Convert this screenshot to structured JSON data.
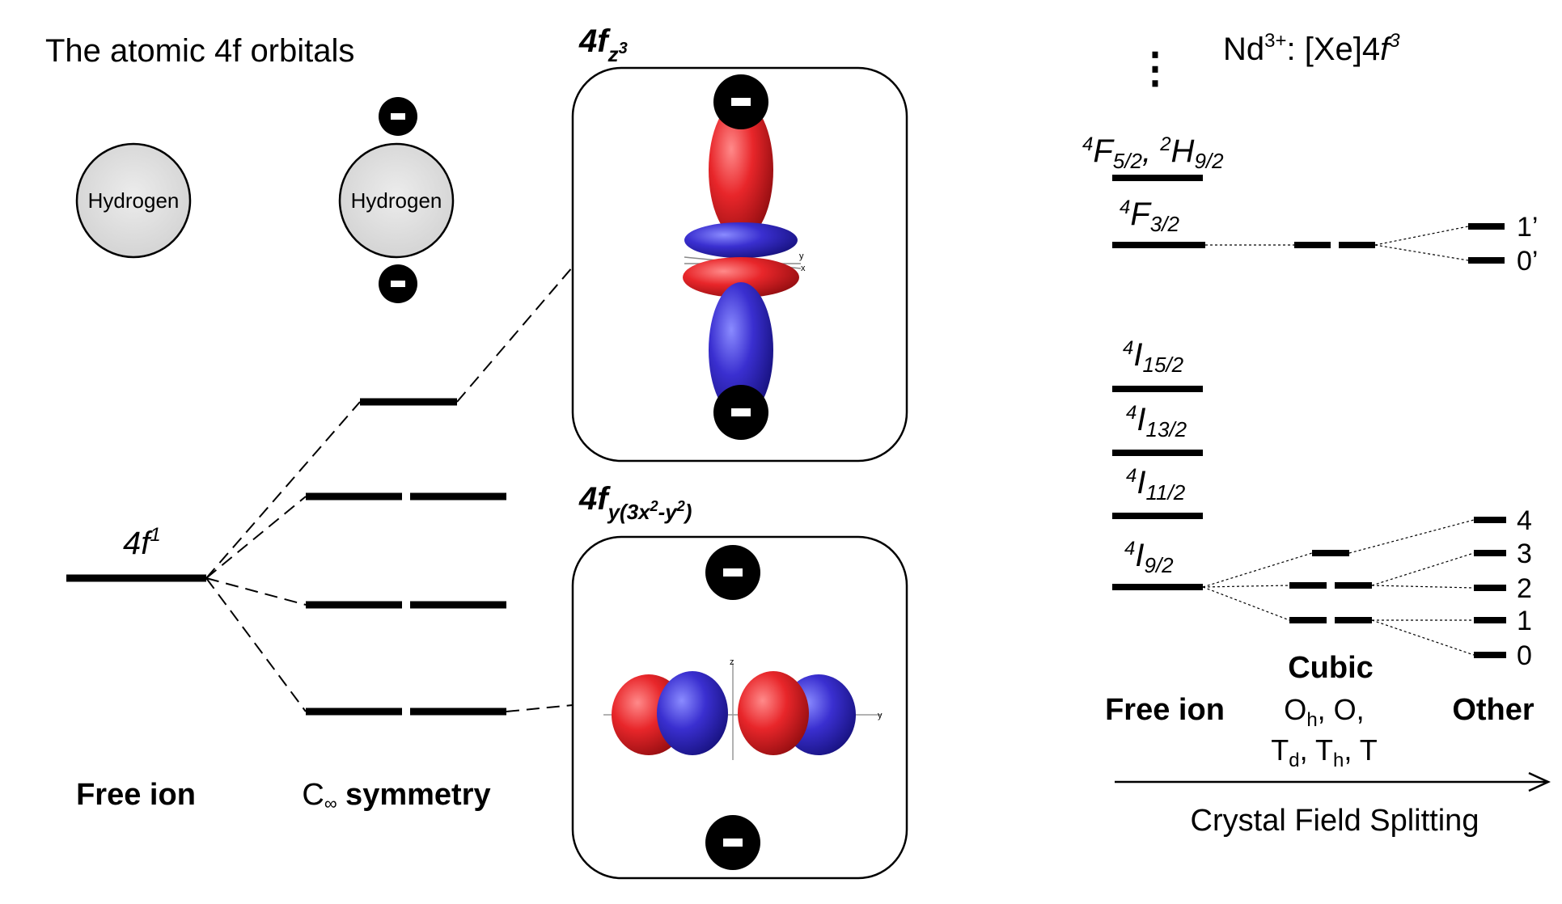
{
  "left": {
    "title": "The atomic 4f orbitals",
    "hydrogen_label": "Hydrogen",
    "charge_sign": "-",
    "level_label_main": "4f",
    "level_label_sup": "1",
    "free_ion": "Free ion",
    "c_symmetry_prefix": "C",
    "c_symmetry_sub": "∞",
    "c_symmetry_suffix": " symmetry"
  },
  "orbitals": {
    "top": {
      "main": "4f",
      "sub": "z",
      "sup": "3"
    },
    "bottom": {
      "main": "4f",
      "sub": "y(3x",
      "sup": "2",
      "sub2": "-y",
      "sup2": "2",
      "sub3": ")"
    },
    "axis_labels": [
      "y",
      "x",
      "z",
      "y"
    ],
    "colors": {
      "positive": "#e8262a",
      "negative": "#3a2fd0"
    }
  },
  "right": {
    "title_ion": "Nd",
    "title_charge": "3+",
    "title_config": ": [Xe]4",
    "title_f": "f",
    "title_f_sup": "3",
    "ellipsis": "⋮",
    "terms": [
      {
        "sup": "4",
        "letter": "F",
        "sub": "5/2",
        "extra_sep": ", ",
        "extra_sup": "2",
        "extra_letter": "H",
        "extra_sub": "9/2"
      },
      {
        "sup": "4",
        "letter": "F",
        "sub": "3/2"
      },
      {
        "sup": "4",
        "letter": "I",
        "sub": "15/2"
      },
      {
        "sup": "4",
        "letter": "I",
        "sub": "13/2"
      },
      {
        "sup": "4",
        "letter": "I",
        "sub": "11/2"
      },
      {
        "sup": "4",
        "letter": "I",
        "sub": "9/2"
      }
    ],
    "upper_labels": [
      "1’",
      "0’"
    ],
    "lower_labels": [
      "4",
      "3",
      "2",
      "1",
      "0"
    ],
    "free_ion": "Free ion",
    "cubic": "Cubic",
    "cubic_groups_line1": {
      "a": "O",
      "a_sub": "h",
      "b": ", O,"
    },
    "cubic_groups_line2": {
      "a": "T",
      "a_sub": "d",
      "b": ", T",
      "b_sub": "h",
      "c": ", T"
    },
    "other": "Other",
    "axis_caption": "Crystal Field Splitting"
  }
}
